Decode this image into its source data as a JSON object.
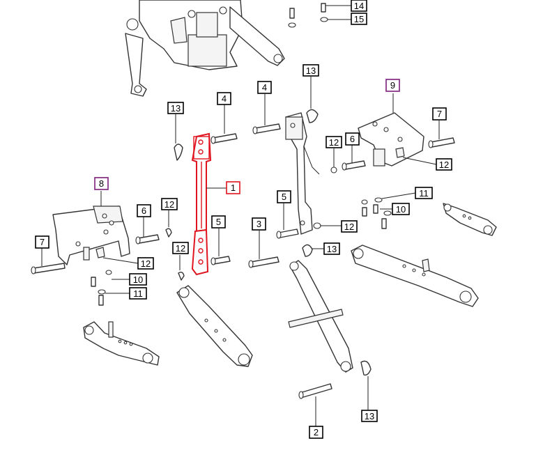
{
  "diagram": {
    "colors": {
      "line": "#333333",
      "highlight": "#e0141e",
      "assembly_callout": "#7a1e7a",
      "background": "#ffffff"
    },
    "callouts": [
      {
        "id": "c1",
        "label": "1"
      },
      {
        "id": "c2",
        "label": "2"
      },
      {
        "id": "c3",
        "label": "3"
      },
      {
        "id": "c4a",
        "label": "4"
      },
      {
        "id": "c4b",
        "label": "4"
      },
      {
        "id": "c5a",
        "label": "5"
      },
      {
        "id": "c5b",
        "label": "5"
      },
      {
        "id": "c6a",
        "label": "6"
      },
      {
        "id": "c6b",
        "label": "6"
      },
      {
        "id": "c7a",
        "label": "7"
      },
      {
        "id": "c7b",
        "label": "7"
      },
      {
        "id": "c8",
        "label": "8"
      },
      {
        "id": "c9",
        "label": "9"
      },
      {
        "id": "c10a",
        "label": "10"
      },
      {
        "id": "c10b",
        "label": "10"
      },
      {
        "id": "c11a",
        "label": "11"
      },
      {
        "id": "c11b",
        "label": "11"
      },
      {
        "id": "c12a",
        "label": "12"
      },
      {
        "id": "c12b",
        "label": "12"
      },
      {
        "id": "c12c",
        "label": "12"
      },
      {
        "id": "c12d",
        "label": "12"
      },
      {
        "id": "c12e",
        "label": "12"
      },
      {
        "id": "c12f",
        "label": "12"
      },
      {
        "id": "c13a",
        "label": "13"
      },
      {
        "id": "c13b",
        "label": "13"
      },
      {
        "id": "c13c",
        "label": "13"
      },
      {
        "id": "c13d",
        "label": "13"
      },
      {
        "id": "c14",
        "label": "14"
      },
      {
        "id": "c15",
        "label": "15"
      }
    ]
  }
}
